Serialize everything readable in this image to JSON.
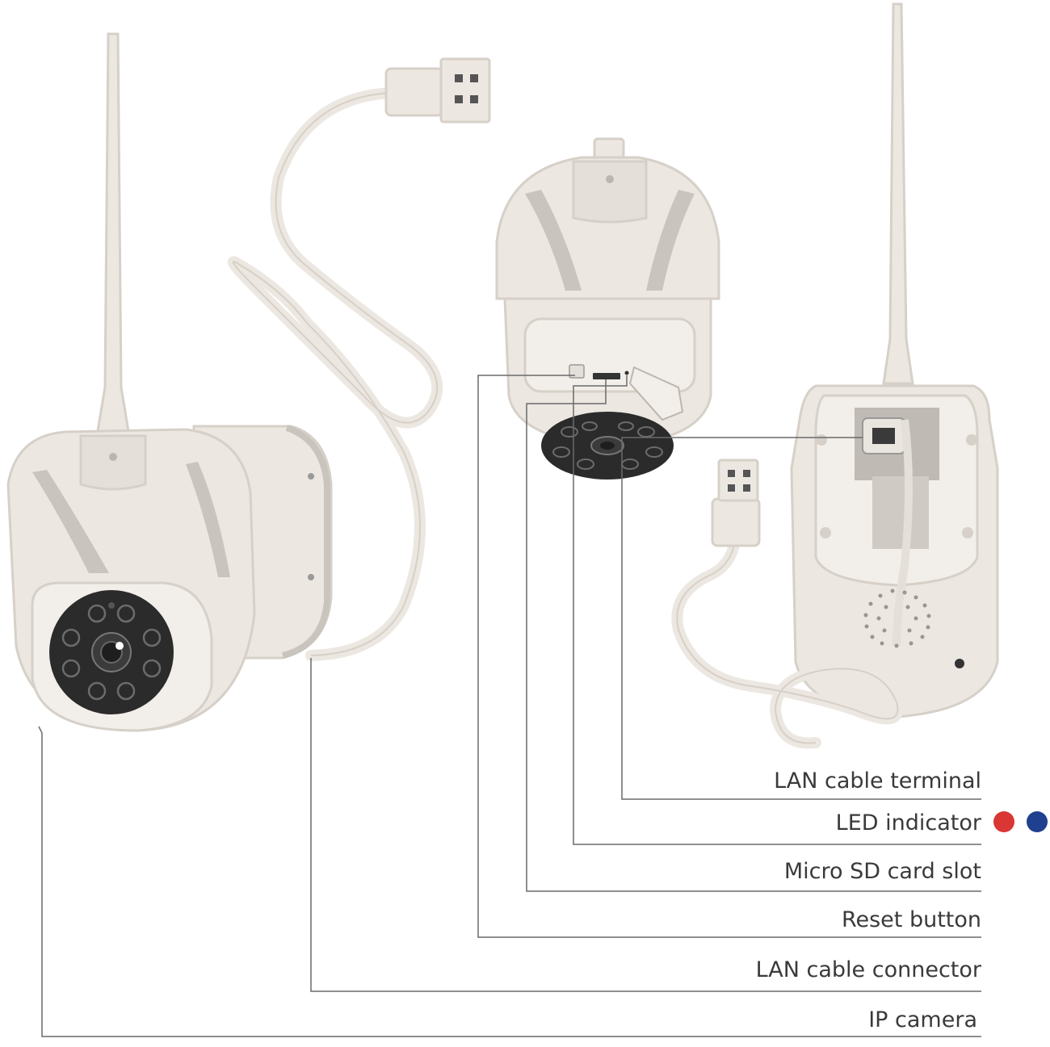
{
  "labels": {
    "lan_cable_terminal": "LAN cable terminal",
    "led_indicator": "LED indicator",
    "micro_sd_card_slot": "Micro SD card slot",
    "reset_button": "Reset button",
    "lan_cable_connector": "LAN cable connector",
    "ip_camera": "IP camera"
  },
  "colors": {
    "body": "#ece7e1",
    "shade": "#c9c4bd",
    "outline": "#d6d0c8",
    "lens": "#2b2b2b",
    "leader": "#6a6a6a",
    "led_red": "#d93634",
    "led_blue": "#1f3f8f"
  }
}
